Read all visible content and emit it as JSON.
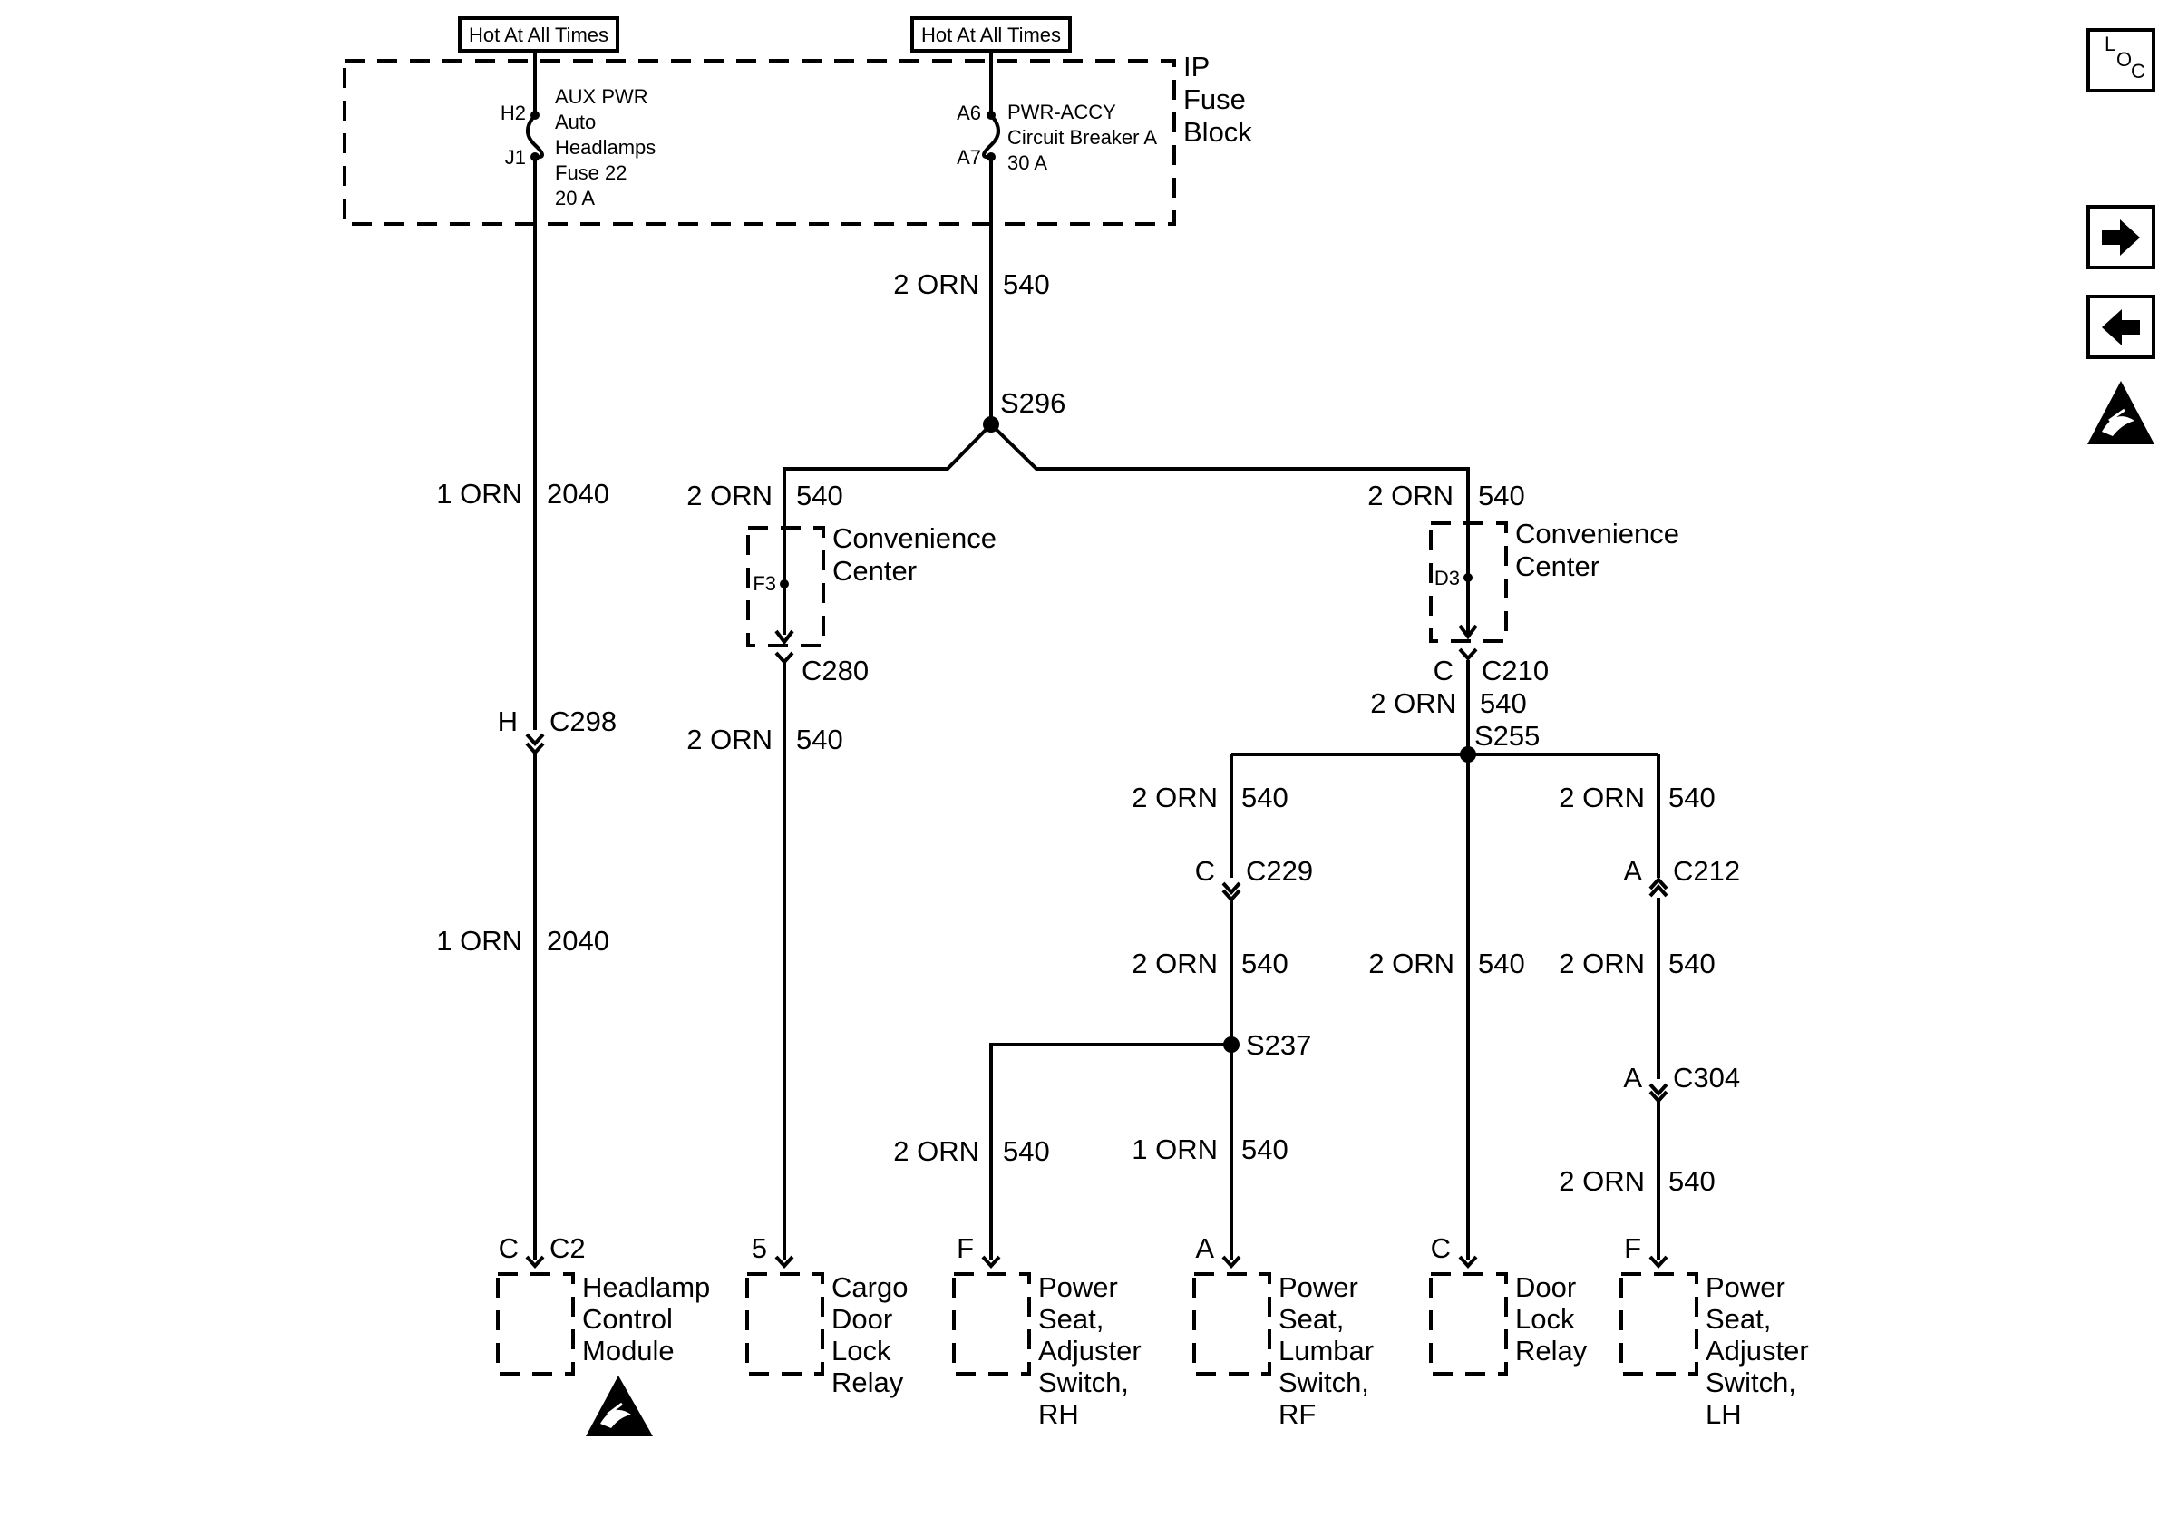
{
  "hot_labels": {
    "left": "Hot At All Times",
    "right": "Hot At All Times"
  },
  "fuse_block": {
    "title_lines": [
      "IP",
      "Fuse",
      "Block"
    ],
    "fuse_left": {
      "pin_top": "H2",
      "pin_bottom": "J1",
      "lines": [
        "AUX PWR",
        "Auto",
        "Headlamps",
        "Fuse 22",
        "20 A"
      ]
    },
    "breaker": {
      "pin_top": "A6",
      "pin_bottom": "A7",
      "lines": [
        "PWR-ACCY",
        "Circuit Breaker A",
        "30 A"
      ]
    }
  },
  "wire_labels": {
    "w_main_size": "2 ORN",
    "w_main_circ": "540",
    "w_hl1_size": "1 ORN",
    "w_hl1_circ": "2040",
    "w_hl2_size": "1 ORN",
    "w_hl2_circ": "2040",
    "w_ccl_size": "2 ORN",
    "w_ccl_circ": "540",
    "w_ccr_size": "2 ORN",
    "w_ccr_circ": "540",
    "w_cargo_size": "2 ORN",
    "w_cargo_circ": "540",
    "w_c210_size": "2 ORN",
    "w_c210_circ": "540",
    "w_b1_size": "2 ORN",
    "w_b1_circ": "540",
    "w_b3_size": "2 ORN",
    "w_b3_circ": "540",
    "w_b1b_size": "2 ORN",
    "w_b1b_circ": "540",
    "w_b2_size": "2 ORN",
    "w_b2_circ": "540",
    "w_b3b_size": "2 ORN",
    "w_b3b_circ": "540",
    "w_rh_size": "2 ORN",
    "w_rh_circ": "540",
    "w_rf_size": "1 ORN",
    "w_rf_circ": "540",
    "w_lh_size": "2 ORN",
    "w_lh_circ": "540"
  },
  "splices": {
    "s296": "S296",
    "s255": "S255",
    "s237": "S237"
  },
  "connectors": {
    "c298_pin": "H",
    "c298": "C298",
    "c280": "C280",
    "c210_pin": "C",
    "c210": "C210",
    "c229_pin": "C",
    "c229": "C229",
    "c212_pin": "A",
    "c212": "C212",
    "c304_pin": "A",
    "c304": "C304",
    "c2_pin": "C",
    "c2": "C2"
  },
  "convenience_center": {
    "left_pin": "F3",
    "right_pin": "D3",
    "left_lines": [
      "Convenience",
      "Center"
    ],
    "right_lines": [
      "Convenience",
      "Center"
    ]
  },
  "components": [
    {
      "pin": "",
      "lines": [
        "Headlamp",
        "Control",
        "Module"
      ],
      "esd": true
    },
    {
      "pin": "5",
      "lines": [
        "Cargo",
        "Door",
        "Lock",
        "Relay"
      ]
    },
    {
      "pin": "F",
      "lines": [
        "Power",
        "Seat,",
        "Adjuster",
        "Switch,",
        "RH"
      ]
    },
    {
      "pin": "A",
      "lines": [
        "Power",
        "Seat,",
        "Lumbar",
        "Switch,",
        "RF"
      ]
    },
    {
      "pin": "C",
      "lines": [
        "Door",
        "Lock",
        "Relay"
      ]
    },
    {
      "pin": "F",
      "lines": [
        "Power",
        "Seat,",
        "Adjuster",
        "Switch,",
        "LH"
      ]
    }
  ],
  "side_buttons": {
    "loc_l": "L",
    "loc_o": "O",
    "loc_c": "C",
    "forward_icon": "arrow-right-icon",
    "back_icon": "arrow-left-icon",
    "esd_icon": "esd-warning-icon"
  }
}
